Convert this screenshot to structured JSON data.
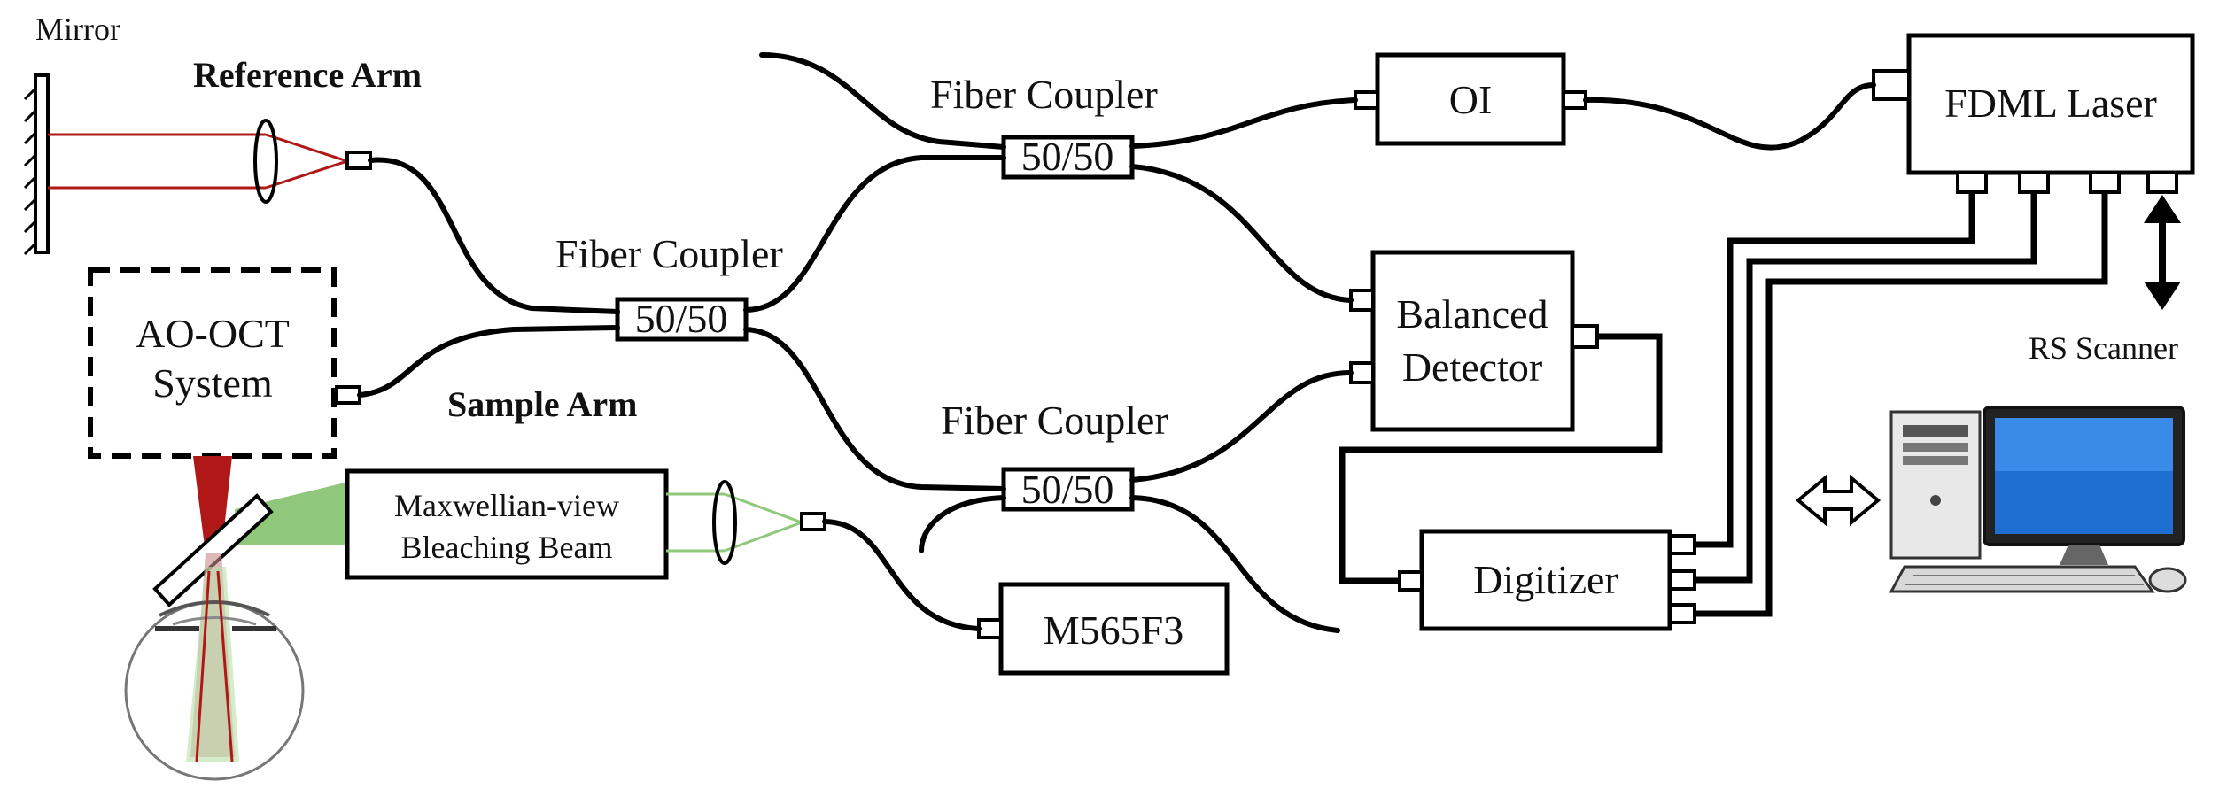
{
  "labels": {
    "mirror": "Mirror",
    "reference_arm": "Reference Arm",
    "sample_arm": "Sample Arm",
    "ao_oct_line1": "AO-OCT",
    "ao_oct_line2": "System",
    "fiber_coupler_left": "Fiber Coupler",
    "fiber_coupler_top": "Fiber Coupler",
    "fiber_coupler_bottom": "Fiber Coupler",
    "ratio_left": "50/50",
    "ratio_top": "50/50",
    "ratio_bottom": "50/50",
    "oi": "OI",
    "fdml_laser": "FDML Laser",
    "balanced_line1": "Balanced",
    "balanced_line2": "Detector",
    "digitizer": "Digitizer",
    "m565f3": "M565F3",
    "maxwellian_line1": "Maxwellian-view",
    "maxwellian_line2": "Bleaching Beam",
    "rs_scanner": "RS Scanner"
  },
  "colors": {
    "reference_beam": "#b01818",
    "bleaching_beam": "#8fc87a",
    "line": "#000000"
  },
  "icons": [
    "mirror-icon",
    "lens-icon",
    "eye-icon",
    "beam-splitter-icon",
    "computer-icon",
    "double-arrow-icon"
  ]
}
